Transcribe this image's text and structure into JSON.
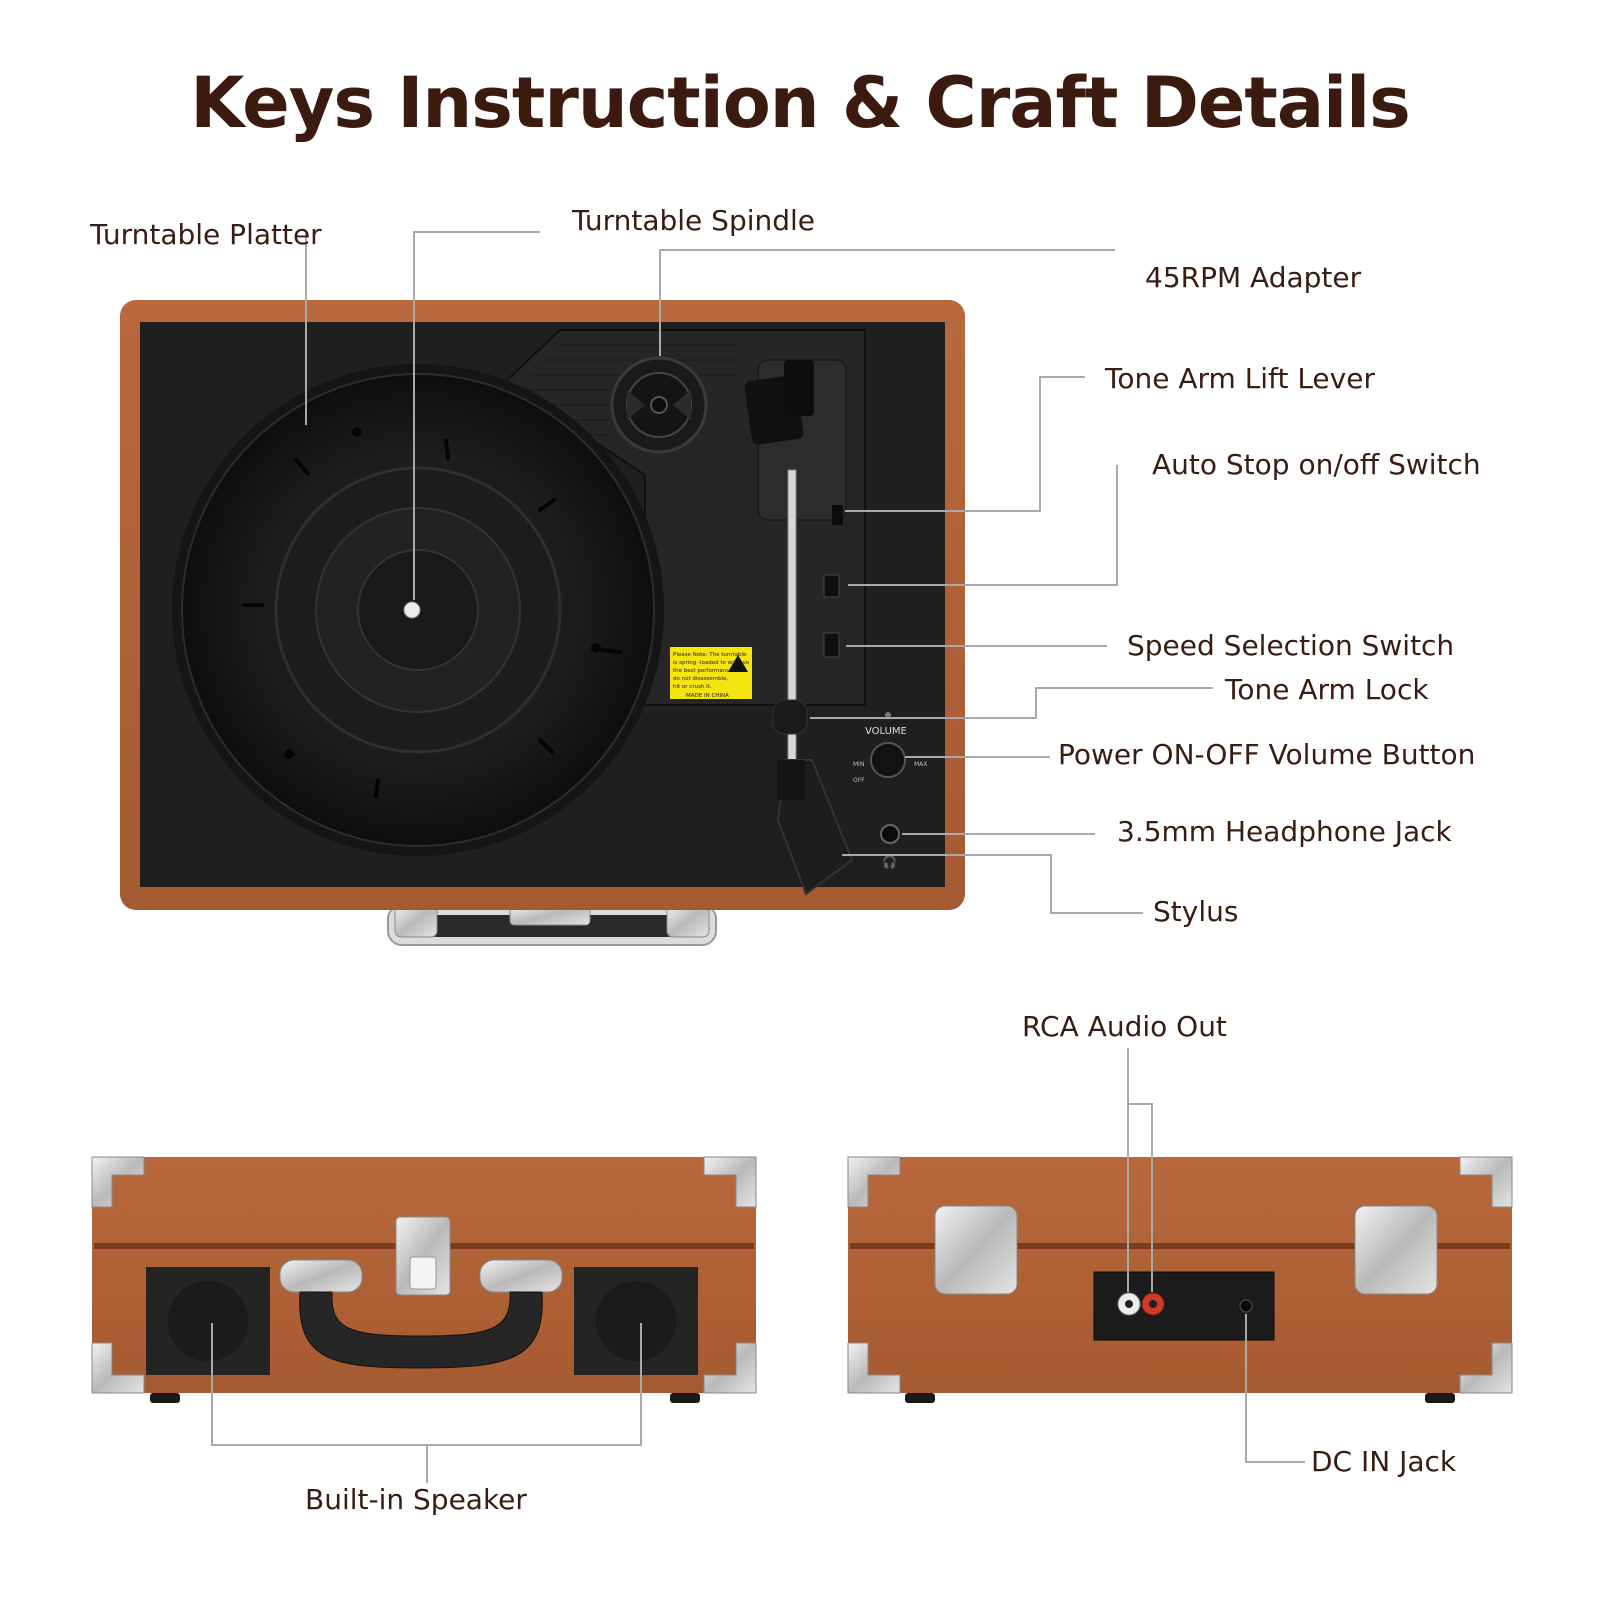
{
  "title": "Keys Instruction & Craft Details",
  "labels": {
    "platter": "Turntable Platter",
    "spindle": "Turntable Spindle",
    "adapter": "45RPM Adapter",
    "lift_lever": "Tone Arm Lift Lever",
    "auto_stop": "Auto Stop on/off Switch",
    "speed_switch": "Speed Selection Switch",
    "arm_lock": "Tone Arm Lock",
    "volume_button": "Power ON-OFF Volume Button",
    "headphone_jack": "3.5mm Headphone Jack",
    "stylus": "Stylus",
    "rca_out": "RCA Audio Out",
    "speaker": "Built-in Speaker",
    "dc_jack": "DC IN Jack"
  },
  "panel": {
    "volume": "VOLUME",
    "min": "MIN",
    "max": "MAX",
    "off": "OFF",
    "sticker_lines": [
      "Please Note: The turntable",
      "is spring -loaded to achieve",
      "the best performance,",
      "do not disassemble,",
      "hit or crush it."
    ],
    "sticker_footer": "MADE IN CHINA"
  }
}
